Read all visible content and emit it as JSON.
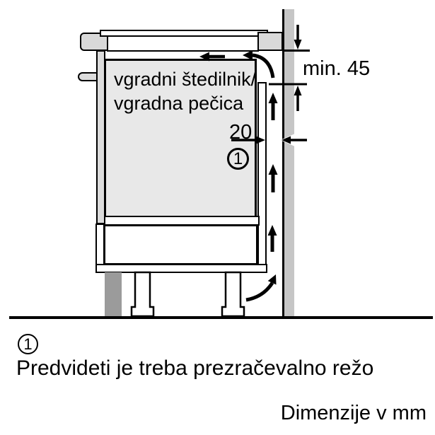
{
  "colors": {
    "wall_gray": "#c6c6c6",
    "worktop_gray": "#d9d9d9",
    "oven_gray": "#e8e8e8",
    "panel_gray": "#dcdcdc",
    "plinth_dark_gray": "#9b9b9b",
    "outline_black": "#000000"
  },
  "diagram": {
    "oven_label_line1": "vgradni štedilnik/",
    "oven_label_line2": "vgradna pečica",
    "top_clearance_label": "min. 45",
    "rear_gap_label": "20",
    "callout_marker": "1"
  },
  "footnote": {
    "marker": "1",
    "text": "Predvideti je treba prezračevalno režo"
  },
  "units_note": "Dimenzije v mm"
}
